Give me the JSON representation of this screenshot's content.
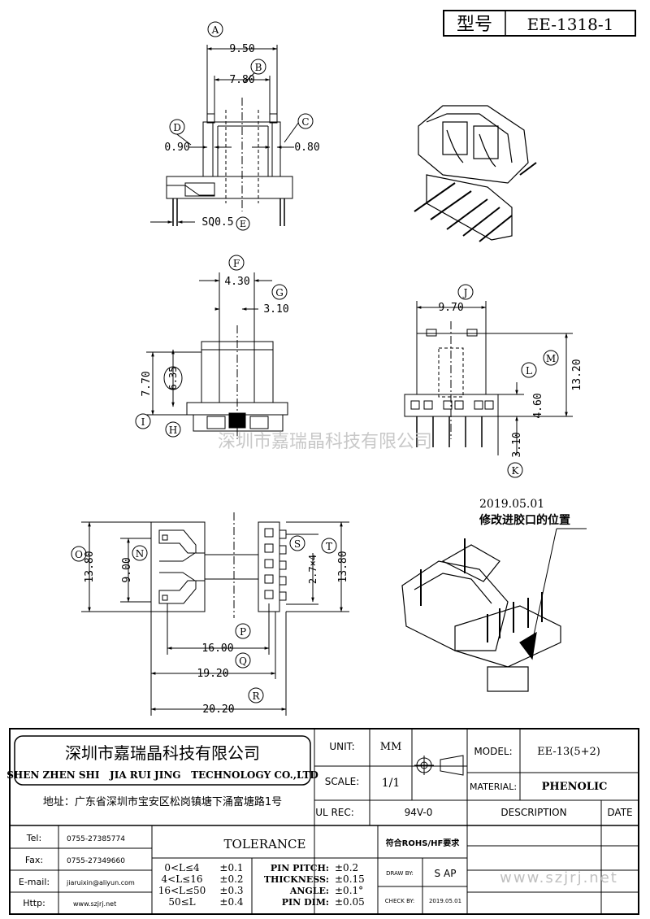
{
  "header": {
    "model_label": "型号",
    "model_value": "EE-1318-1"
  },
  "views": {
    "front": {
      "labels": [
        "A",
        "B",
        "C",
        "D",
        "E"
      ],
      "dims": {
        "a": "9.50",
        "b": "7.80",
        "c": "0.80",
        "d": "0.90",
        "e": "SQ0.5"
      }
    },
    "side": {
      "labels": [
        "F",
        "G",
        "H",
        "I"
      ],
      "dims": {
        "f": "4.30",
        "g": "3.10",
        "h": "6.35",
        "i": "7.70"
      }
    },
    "end": {
      "labels": [
        "J",
        "K",
        "L",
        "M"
      ],
      "dims": {
        "j": "9.70",
        "k": "3.10",
        "l": "4.60",
        "m": "13.20"
      }
    },
    "top": {
      "labels": [
        "N",
        "O",
        "P",
        "Q",
        "R",
        "S",
        "T"
      ],
      "dims": {
        "n": "9.00",
        "o": "13.80",
        "p": "16.00",
        "q": "19.20",
        "r": "20.20",
        "s": "2.7×4",
        "t": "13.80"
      }
    },
    "revision_note": {
      "date": "2019.05.01",
      "text": "修改进胶口的位置"
    },
    "watermark": "深圳市嘉瑞晶科技有限公司"
  },
  "title_block": {
    "company_cn": "深圳市嘉瑞晶科技有限公司",
    "company_en": "SHEN ZHEN SHI   JIA RUI JING   TECHNOLOGY CO.,LTD",
    "address": "地址：广东省深圳市宝安区松岗镇塘下涌富塘路1号",
    "unit_label": "UNIT:",
    "unit_value": "MM",
    "scale_label": "SCALE:",
    "scale_value": "1/1",
    "ul_label": "UL REC:",
    "ul_value": "94V-0",
    "model_label": "MODEL:",
    "model_value": "EE-13(5+2)",
    "material_label": "MATERIAL:",
    "material_value": "PHENOLIC",
    "description_label": "DESCRIPTION",
    "date_label": "DATE",
    "contacts": [
      {
        "label": "Tel:",
        "value": "0755-27385774"
      },
      {
        "label": "Fax:",
        "value": "0755-27349660"
      },
      {
        "label": "E-mail:",
        "value": "jiaruixin@aliyun.com"
      },
      {
        "label": "Http:",
        "value": "www.szjrj.net"
      }
    ],
    "tolerance_title": "TOLERANCE",
    "tolerance_ranges": [
      {
        "range": "0<L≤4",
        "tol": "±0.1"
      },
      {
        "range": "4<L≤16",
        "tol": "±0.2"
      },
      {
        "range": "16<L≤50",
        "tol": "±0.3"
      },
      {
        "range": "50≤L",
        "tol": "±0.4"
      }
    ],
    "tolerance_specs": [
      {
        "name": "PIN PITCH:",
        "tol": "±0.2"
      },
      {
        "name": "THICKNESS:",
        "tol": "±0.15"
      },
      {
        "name": "ANGLE:",
        "tol": "±0.1°"
      },
      {
        "name": "PIN DIM:",
        "tol": "±0.05"
      }
    ],
    "rohs": "符合ROHS/HF要求",
    "draw_by_label": "DRAW BY:",
    "draw_by_value": "S AP",
    "check_by_label": "CHECK BY:",
    "check_by_value": "2019.05.01",
    "website_watermark": "www.szjrj.net"
  }
}
